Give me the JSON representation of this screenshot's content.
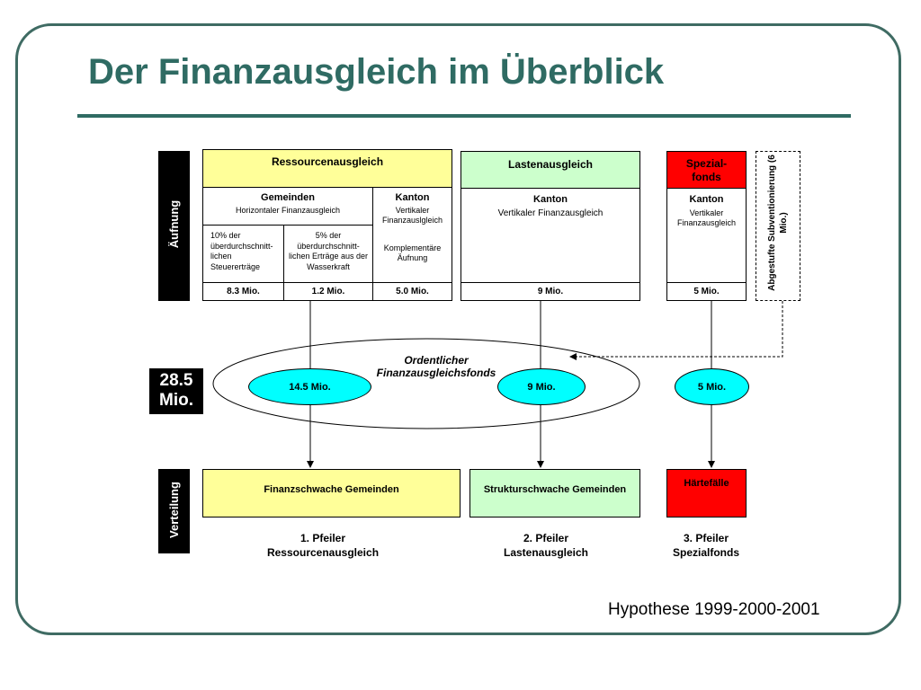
{
  "title": "Der Finanzausgleich im Überblick",
  "sidebars": {
    "aufnung": "Äufnung",
    "verteilung": "Verteilung"
  },
  "total": {
    "line1": "28.5",
    "line2": "Mio."
  },
  "ressourcen": {
    "header": "Ressourcenausgleich",
    "gemeinden_title": "Gemeinden",
    "gemeinden_sub": "Horizontaler Finanzausgleich",
    "kanton_title": "Kanton",
    "kanton_sub": "Vertikaler Finanzauslgleich",
    "kanton_note": "Komplementäre Äufnung",
    "col1_text": "10% der überdurchschnitt-lichen Steuererträge",
    "col2_text": "5% der überdurchschnitt-lichen Erträge aus der Wasserkraft",
    "val1": "8.3 Mio.",
    "val2": "1.2 Mio.",
    "val3": "5.0 Mio."
  },
  "lasten": {
    "header": "Lastenausgleich",
    "kanton_title": "Kanton",
    "kanton_sub": "Vertikaler Finanzausgleich",
    "val": "9 Mio."
  },
  "spezial": {
    "header": "Spezial-fonds",
    "kanton_title": "Kanton",
    "kanton_sub": "Vertikaler Finanzausgleich",
    "val": "5 Mio."
  },
  "abgestufte": "Abgestufte Subventionierung (6 Mio.)",
  "fonds_label": "Ordentlicher Finanzausgleichsfonds",
  "pills": {
    "p1": "14.5 Mio.",
    "p2": "9 Mio.",
    "p3": "5 Mio."
  },
  "distribution": {
    "finanzschwach": "Finanzschwache Gemeinden",
    "strukturschwach": "Strukturschwache Gemeinden",
    "haertefaelle": "Härtefälle"
  },
  "pillars": {
    "p1_line1": "1. Pfeiler",
    "p1_line2": "Ressourcenausgleich",
    "p2_line1": "2.  Pfeiler",
    "p2_line2": "Lastenausgleich",
    "p3_line1": "3. Pfeiler",
    "p3_line2": "Spezialfonds"
  },
  "hypothese": "Hypothese 1999-2000-2001",
  "colors": {
    "yellow": "#ffff99",
    "green": "#ccffcc",
    "red": "#ff0000",
    "cyan": "#00ffff",
    "teal": "#2f6b63"
  }
}
